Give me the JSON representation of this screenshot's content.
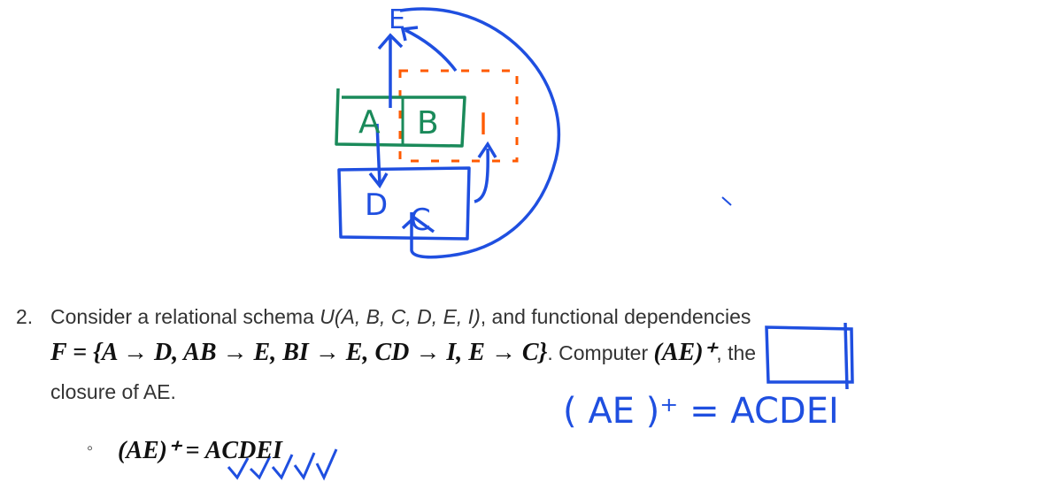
{
  "diagram": {
    "label_e_top": "E",
    "label_a": "A",
    "label_b": "B",
    "label_i": "I",
    "label_d": "D",
    "label_c": "C"
  },
  "problem": {
    "number": "2.",
    "line1_prefix": "Consider a relational schema ",
    "schema": "U(A, B, C, D, E, I)",
    "line1_suffix": ", and functional dependencies",
    "fd_set": "F = {A → D, AB → E, BI → E, CD → I, E → C}",
    "line2_mid": ". Computer ",
    "closure_expr": "(AE)⁺",
    "line2_suffix": ", the",
    "line3": "closure of AE."
  },
  "handwritten_answer": "( AE )⁺ = ACDEI",
  "answer_item": {
    "bullet": "◦",
    "lhs": "(AE)⁺",
    "equals": "=",
    "rhs": "ACDEI"
  },
  "colors": {
    "green_ink": "#1a8a5a",
    "blue_ink": "#1f4fe0",
    "orange_ink": "#ff5a00",
    "text": "#333333"
  }
}
